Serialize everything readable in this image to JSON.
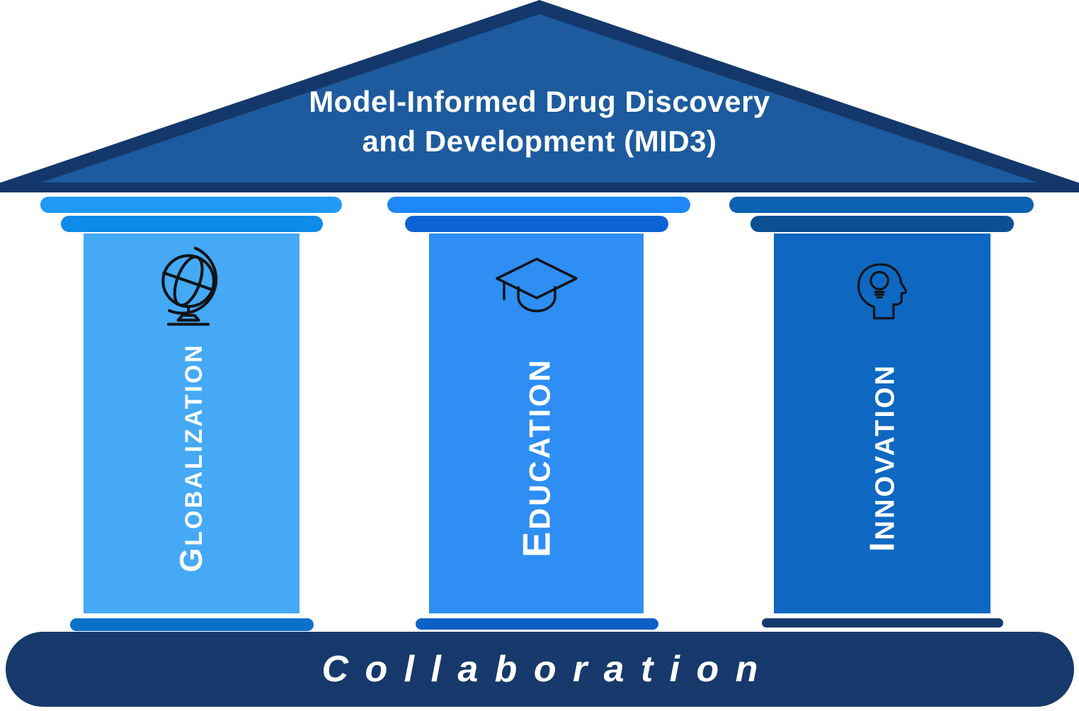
{
  "pediment": {
    "title_line1": "Model-Informed Drug Discovery",
    "title_line2": "and Development (MID3)"
  },
  "pillars": [
    {
      "id": "globalization",
      "label": "Globalization",
      "icon": "desk-globe-icon",
      "body_color": "#45A9F6",
      "capital_colors": [
        "#219AF5",
        "#0C8BE8"
      ],
      "foot_color": "#0B72CC"
    },
    {
      "id": "education",
      "label": "Education",
      "icon": "graduation-cap-icon",
      "body_color": "#2E8EF3",
      "capital_colors": [
        "#1E88F8",
        "#0D63D4"
      ],
      "foot_color": "#0C60C6"
    },
    {
      "id": "innovation",
      "label": "Innovation",
      "icon": "head-lightbulb-icon",
      "body_color": "#0E68C1",
      "capital_colors": [
        "#0C61B2",
        "#0A5092"
      ],
      "foot_color": "#15396B"
    }
  ],
  "base": {
    "label": "Collaboration"
  },
  "colors": {
    "roof_border": "#14386B",
    "roof_fill": "#1D5B9E",
    "plinth": "#17396B",
    "text": "#FFFFFF",
    "icon_line": "#101418",
    "background": "#FFFFFF"
  }
}
